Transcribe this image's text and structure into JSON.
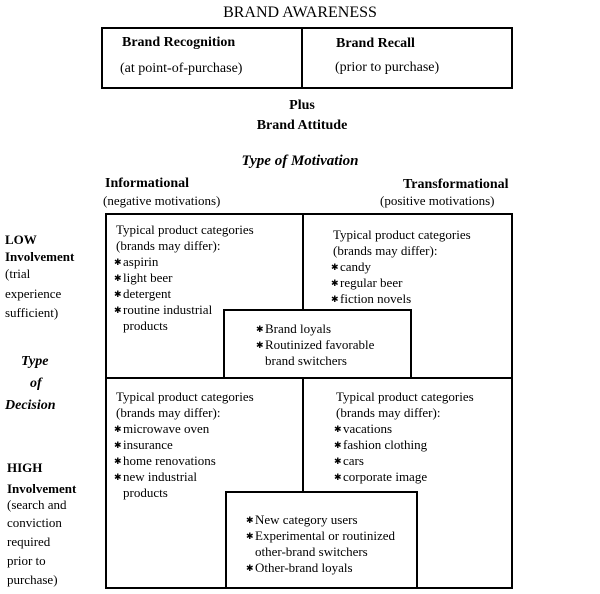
{
  "title": "BRAND AWARENESS",
  "awareness": {
    "recognition_title": "Brand Recognition",
    "recognition_sub": "(at point-of-purchase)",
    "recall_title": "Brand Recall",
    "recall_sub": "(prior to purchase)"
  },
  "plus": "Plus",
  "brand_attitude": "Brand Attitude",
  "motivation": {
    "heading": "Type of Motivation",
    "informational": "Informational",
    "informational_sub": "(negative motivations)",
    "transformational": "Transformational",
    "transformational_sub": "(positive motivations)"
  },
  "decision": {
    "low_1": "LOW",
    "low_2": "Involvement",
    "low_sub": [
      "(trial",
      "experience",
      "sufficient)"
    ],
    "type_1": "Type",
    "type_2": "of",
    "type_3": "Decision",
    "high_1": "HIGH",
    "high_2": "Involvement",
    "high_sub": [
      "(search and",
      "conviction",
      "required",
      "prior to",
      "purchase)"
    ]
  },
  "cells": {
    "low_info": {
      "heading": [
        "Typical product categories",
        "(brands may differ):"
      ],
      "items": [
        "aspirin",
        "light beer",
        "detergent",
        "routine industrial products"
      ]
    },
    "low_trans": {
      "heading": [
        "Typical product categories",
        "(brands may differ):"
      ],
      "items": [
        "candy",
        "regular beer",
        "fiction novels"
      ]
    },
    "high_info": {
      "heading": [
        "Typical product categories",
        "(brands may differ):"
      ],
      "items": [
        "microwave oven",
        "insurance",
        "home renovations",
        "new industrial products"
      ]
    },
    "high_trans": {
      "heading": [
        "Typical product categories",
        "(brands may differ):"
      ],
      "items": [
        "vacations",
        "fashion clothing",
        "cars",
        "corporate image"
      ]
    }
  },
  "low_overlay": [
    "Brand loyals",
    "Routinized favorable brand switchers"
  ],
  "high_overlay": [
    "New category users",
    "Experimental or routinized other-brand switchers",
    "Other-brand loyals"
  ]
}
